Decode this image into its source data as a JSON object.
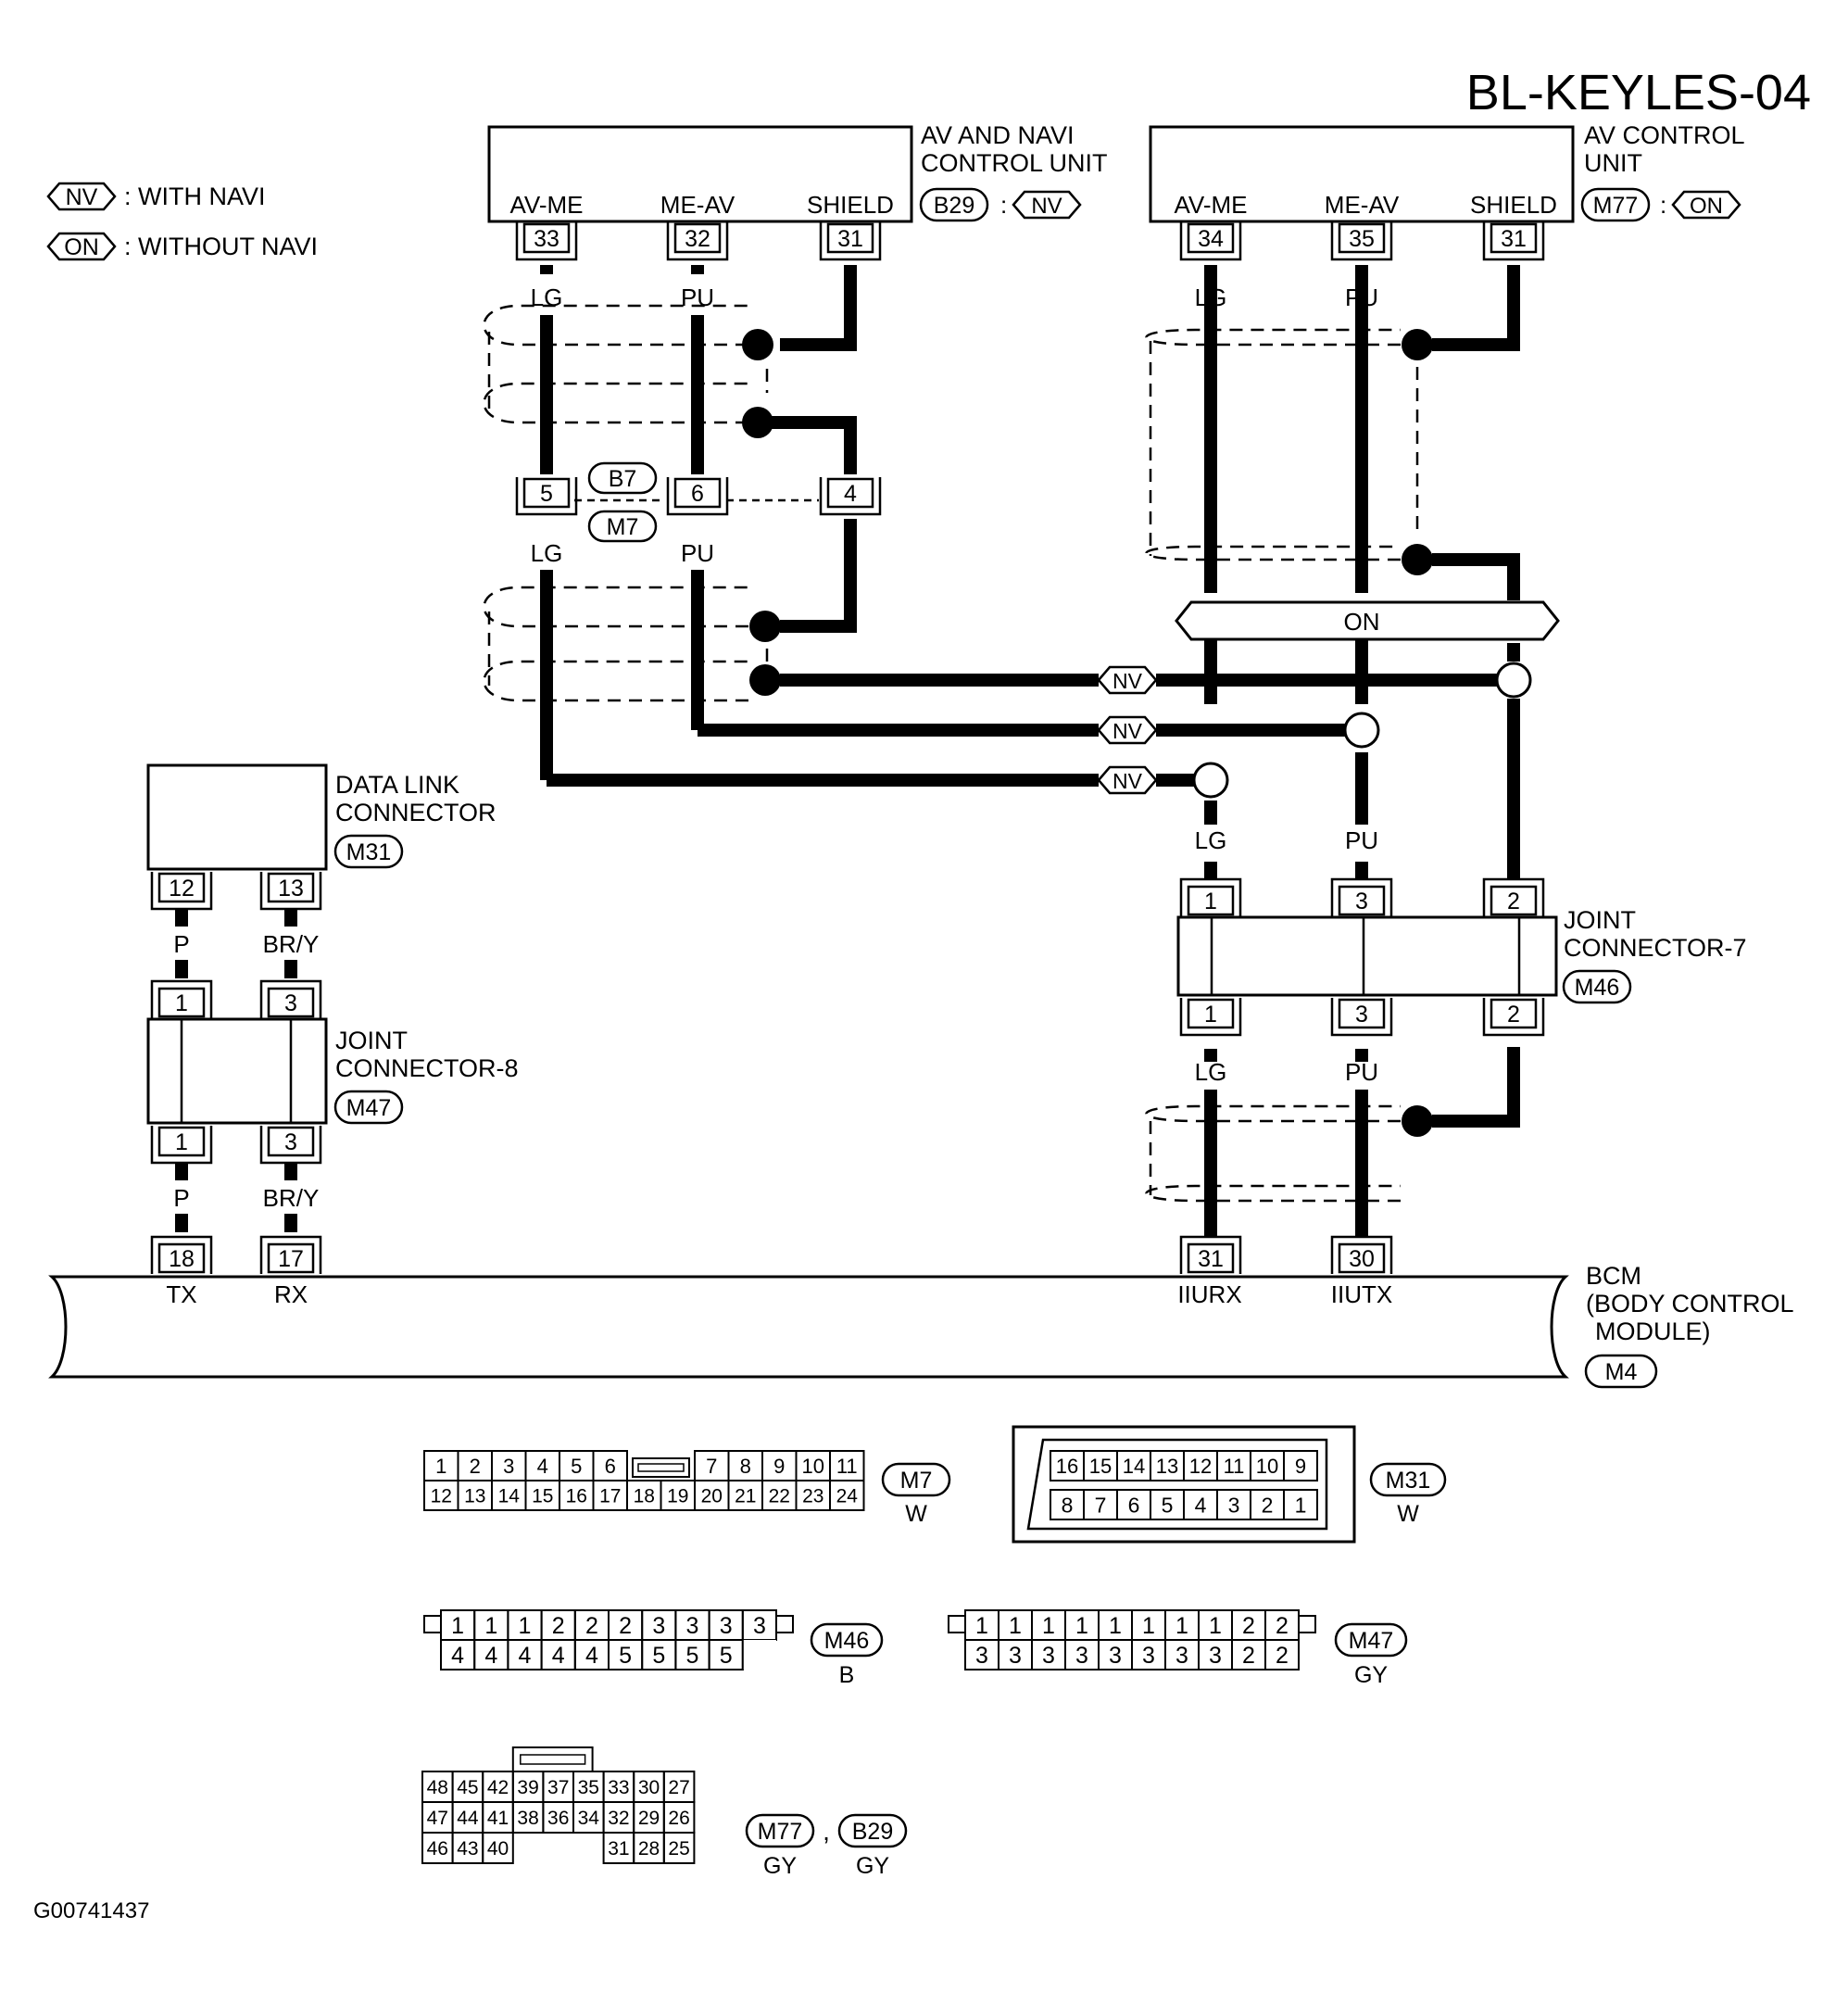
{
  "diagram_id": "BL-KEYLES-04",
  "figure_code": "G00741437",
  "legend": {
    "nv": {
      "code": "NV",
      "text": ": WITH NAVI"
    },
    "on": {
      "code": "ON",
      "text": ": WITHOUT NAVI"
    }
  },
  "av_navi_unit": {
    "name_line1": "AV AND NAVI",
    "name_line2": "CONTROL UNIT",
    "connector": "B29",
    "variant": "NV",
    "pins": [
      {
        "label": "AV-ME",
        "pin": "33",
        "wire": "LG"
      },
      {
        "label": "ME-AV",
        "pin": "32",
        "wire": "PU"
      },
      {
        "label": "SHIELD",
        "pin": "31"
      }
    ]
  },
  "av_control_unit": {
    "name_line1": "AV CONTROL",
    "name_line2": "UNIT",
    "connector": "M77",
    "variant": "ON",
    "pins": [
      {
        "label": "AV-ME",
        "pin": "34",
        "wire": "LG"
      },
      {
        "label": "ME-AV",
        "pin": "35",
        "wire": "PU"
      },
      {
        "label": "SHIELD",
        "pin": "31"
      }
    ]
  },
  "inline_connector": {
    "top": "B7",
    "bottom": "M7",
    "pins": [
      "5",
      "6",
      "4"
    ],
    "wires_below": [
      "LG",
      "PU"
    ]
  },
  "on_bar_label": "ON",
  "nv_tags": [
    "NV",
    "NV",
    "NV"
  ],
  "data_link_connector": {
    "name_line1": "DATA LINK",
    "name_line2": "CONNECTOR",
    "connector": "M31",
    "pins": [
      "12",
      "13"
    ],
    "wires": [
      "P",
      "BR/Y"
    ]
  },
  "joint_connector_8": {
    "name_line1": "JOINT",
    "name_line2": "CONNECTOR-8",
    "connector": "M47",
    "pins_top": [
      "1",
      "3"
    ],
    "pins_bottom": [
      "1",
      "3"
    ],
    "wires_below": [
      "P",
      "BR/Y"
    ]
  },
  "joint_connector_7": {
    "name_line1": "JOINT",
    "name_line2": "CONNECTOR-7",
    "connector": "M46",
    "wires_above": [
      "LG",
      "PU"
    ],
    "pins_top": [
      "1",
      "3",
      "2"
    ],
    "pins_bottom": [
      "1",
      "3",
      "2"
    ],
    "wires_below": [
      "LG",
      "PU"
    ]
  },
  "bcm": {
    "name_line1": "BCM",
    "name_line2": "(BODY CONTROL",
    "name_line3": "MODULE)",
    "connector": "M4",
    "pins": [
      {
        "pin": "18",
        "label": "TX"
      },
      {
        "pin": "17",
        "label": "RX"
      },
      {
        "pin": "31",
        "label": "IIURX"
      },
      {
        "pin": "30",
        "label": "IIUTX"
      }
    ]
  },
  "connector_views": {
    "m7": {
      "id": "M7",
      "color": "W",
      "row1": [
        "1",
        "2",
        "3",
        "4",
        "5",
        "6",
        "7",
        "8",
        "9",
        "10",
        "11"
      ],
      "row2": [
        "12",
        "13",
        "14",
        "15",
        "16",
        "17",
        "18",
        "19",
        "20",
        "21",
        "22",
        "23",
        "24"
      ]
    },
    "m31": {
      "id": "M31",
      "color": "W",
      "row1": [
        "16",
        "15",
        "14",
        "13",
        "12",
        "11",
        "10",
        "9"
      ],
      "row2": [
        "8",
        "7",
        "6",
        "5",
        "4",
        "3",
        "2",
        "1"
      ]
    },
    "m46": {
      "id": "M46",
      "color": "B",
      "row1": [
        "1",
        "1",
        "1",
        "2",
        "2",
        "2",
        "3",
        "3",
        "3",
        "3"
      ],
      "row2": [
        "4",
        "4",
        "4",
        "4",
        "4",
        "5",
        "5",
        "5",
        "5"
      ]
    },
    "m47": {
      "id": "M47",
      "color": "GY",
      "row1": [
        "1",
        "1",
        "1",
        "1",
        "1",
        "1",
        "1",
        "1",
        "2",
        "2"
      ],
      "row2": [
        "3",
        "3",
        "3",
        "3",
        "3",
        "3",
        "3",
        "3",
        "2",
        "2"
      ]
    },
    "m77": {
      "id": "M77",
      "color": "GY",
      "id2": "B29",
      "color2": "GY",
      "comma": ",",
      "row1": [
        "48",
        "45",
        "42",
        "39",
        "37",
        "35",
        "33",
        "30",
        "27"
      ],
      "row2": [
        "47",
        "44",
        "41",
        "38",
        "36",
        "34",
        "32",
        "29",
        "26"
      ],
      "row3": [
        "46",
        "43",
        "40",
        "31",
        "28",
        "25"
      ]
    }
  }
}
